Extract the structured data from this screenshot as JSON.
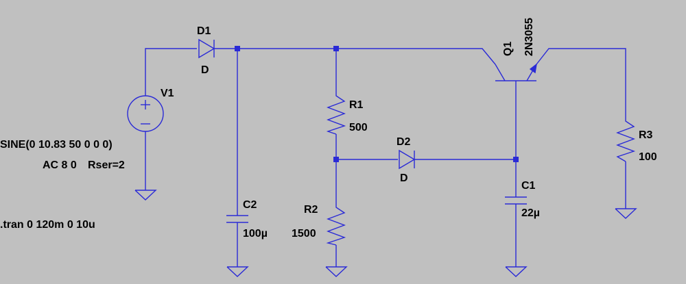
{
  "components": {
    "d1": {
      "name": "D1",
      "model": "D"
    },
    "d2": {
      "name": "D2",
      "model": "D"
    },
    "v1": {
      "name": "V1",
      "source": "SINE(0 10.83 50 0 0 0)",
      "ac": "AC 8 0",
      "rser": "Rser=2"
    },
    "r1": {
      "name": "R1",
      "value": "500"
    },
    "r2": {
      "name": "R2",
      "value": "1500"
    },
    "r3": {
      "name": "R3",
      "value": "100"
    },
    "c1": {
      "name": "C1",
      "value": "22µ"
    },
    "c2": {
      "name": "C2",
      "value": "100µ"
    },
    "q1": {
      "name": "Q1",
      "model": "2N3055"
    }
  },
  "directive": ".tran 0 120m 0 10u",
  "colors": {
    "background": "#c0c0c0",
    "wire": "#2a2ad6",
    "text": "#000000"
  }
}
